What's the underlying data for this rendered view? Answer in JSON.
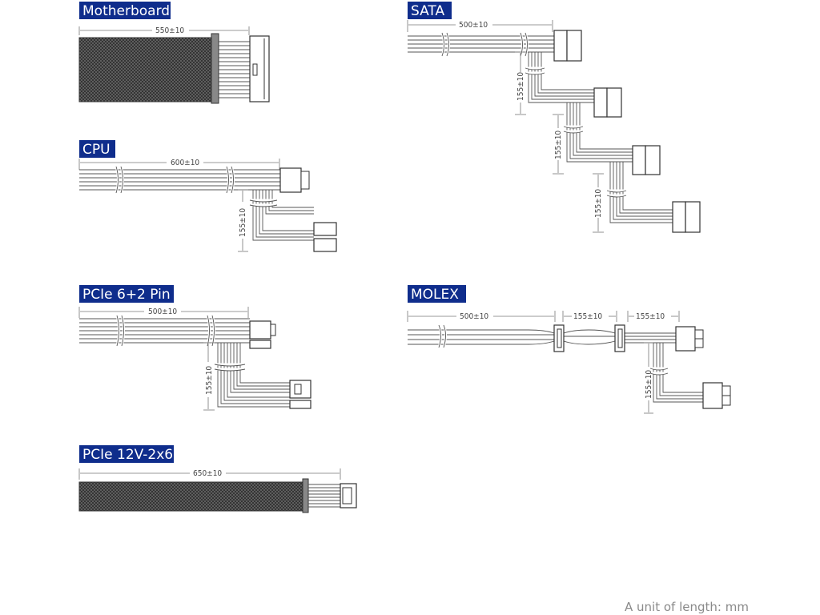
{
  "sections": {
    "motherboard": {
      "title": "Motherboard",
      "length": "550±10"
    },
    "cpu": {
      "title": "CPU",
      "length": "600±10",
      "branch": "155±10"
    },
    "pcie62": {
      "title": "PCIe 6+2 Pin",
      "length": "500±10",
      "branch": "155±10"
    },
    "pcie12v": {
      "title": "PCIe 12V-2x6",
      "length": "650±10"
    },
    "sata": {
      "title": "SATA",
      "length": "500±10",
      "branch1": "155±10",
      "branch2": "155±10",
      "branch3": "155±10"
    },
    "molex": {
      "title": "MOLEX",
      "length": "500±10",
      "seg1": "155±10",
      "seg2": "155±10",
      "branch": "155±10"
    }
  },
  "footer": {
    "unit_note": "A unit of length: mm"
  },
  "colors": {
    "label_bg": "#0f2d8c",
    "wire": "#555555",
    "text": "#444444"
  }
}
